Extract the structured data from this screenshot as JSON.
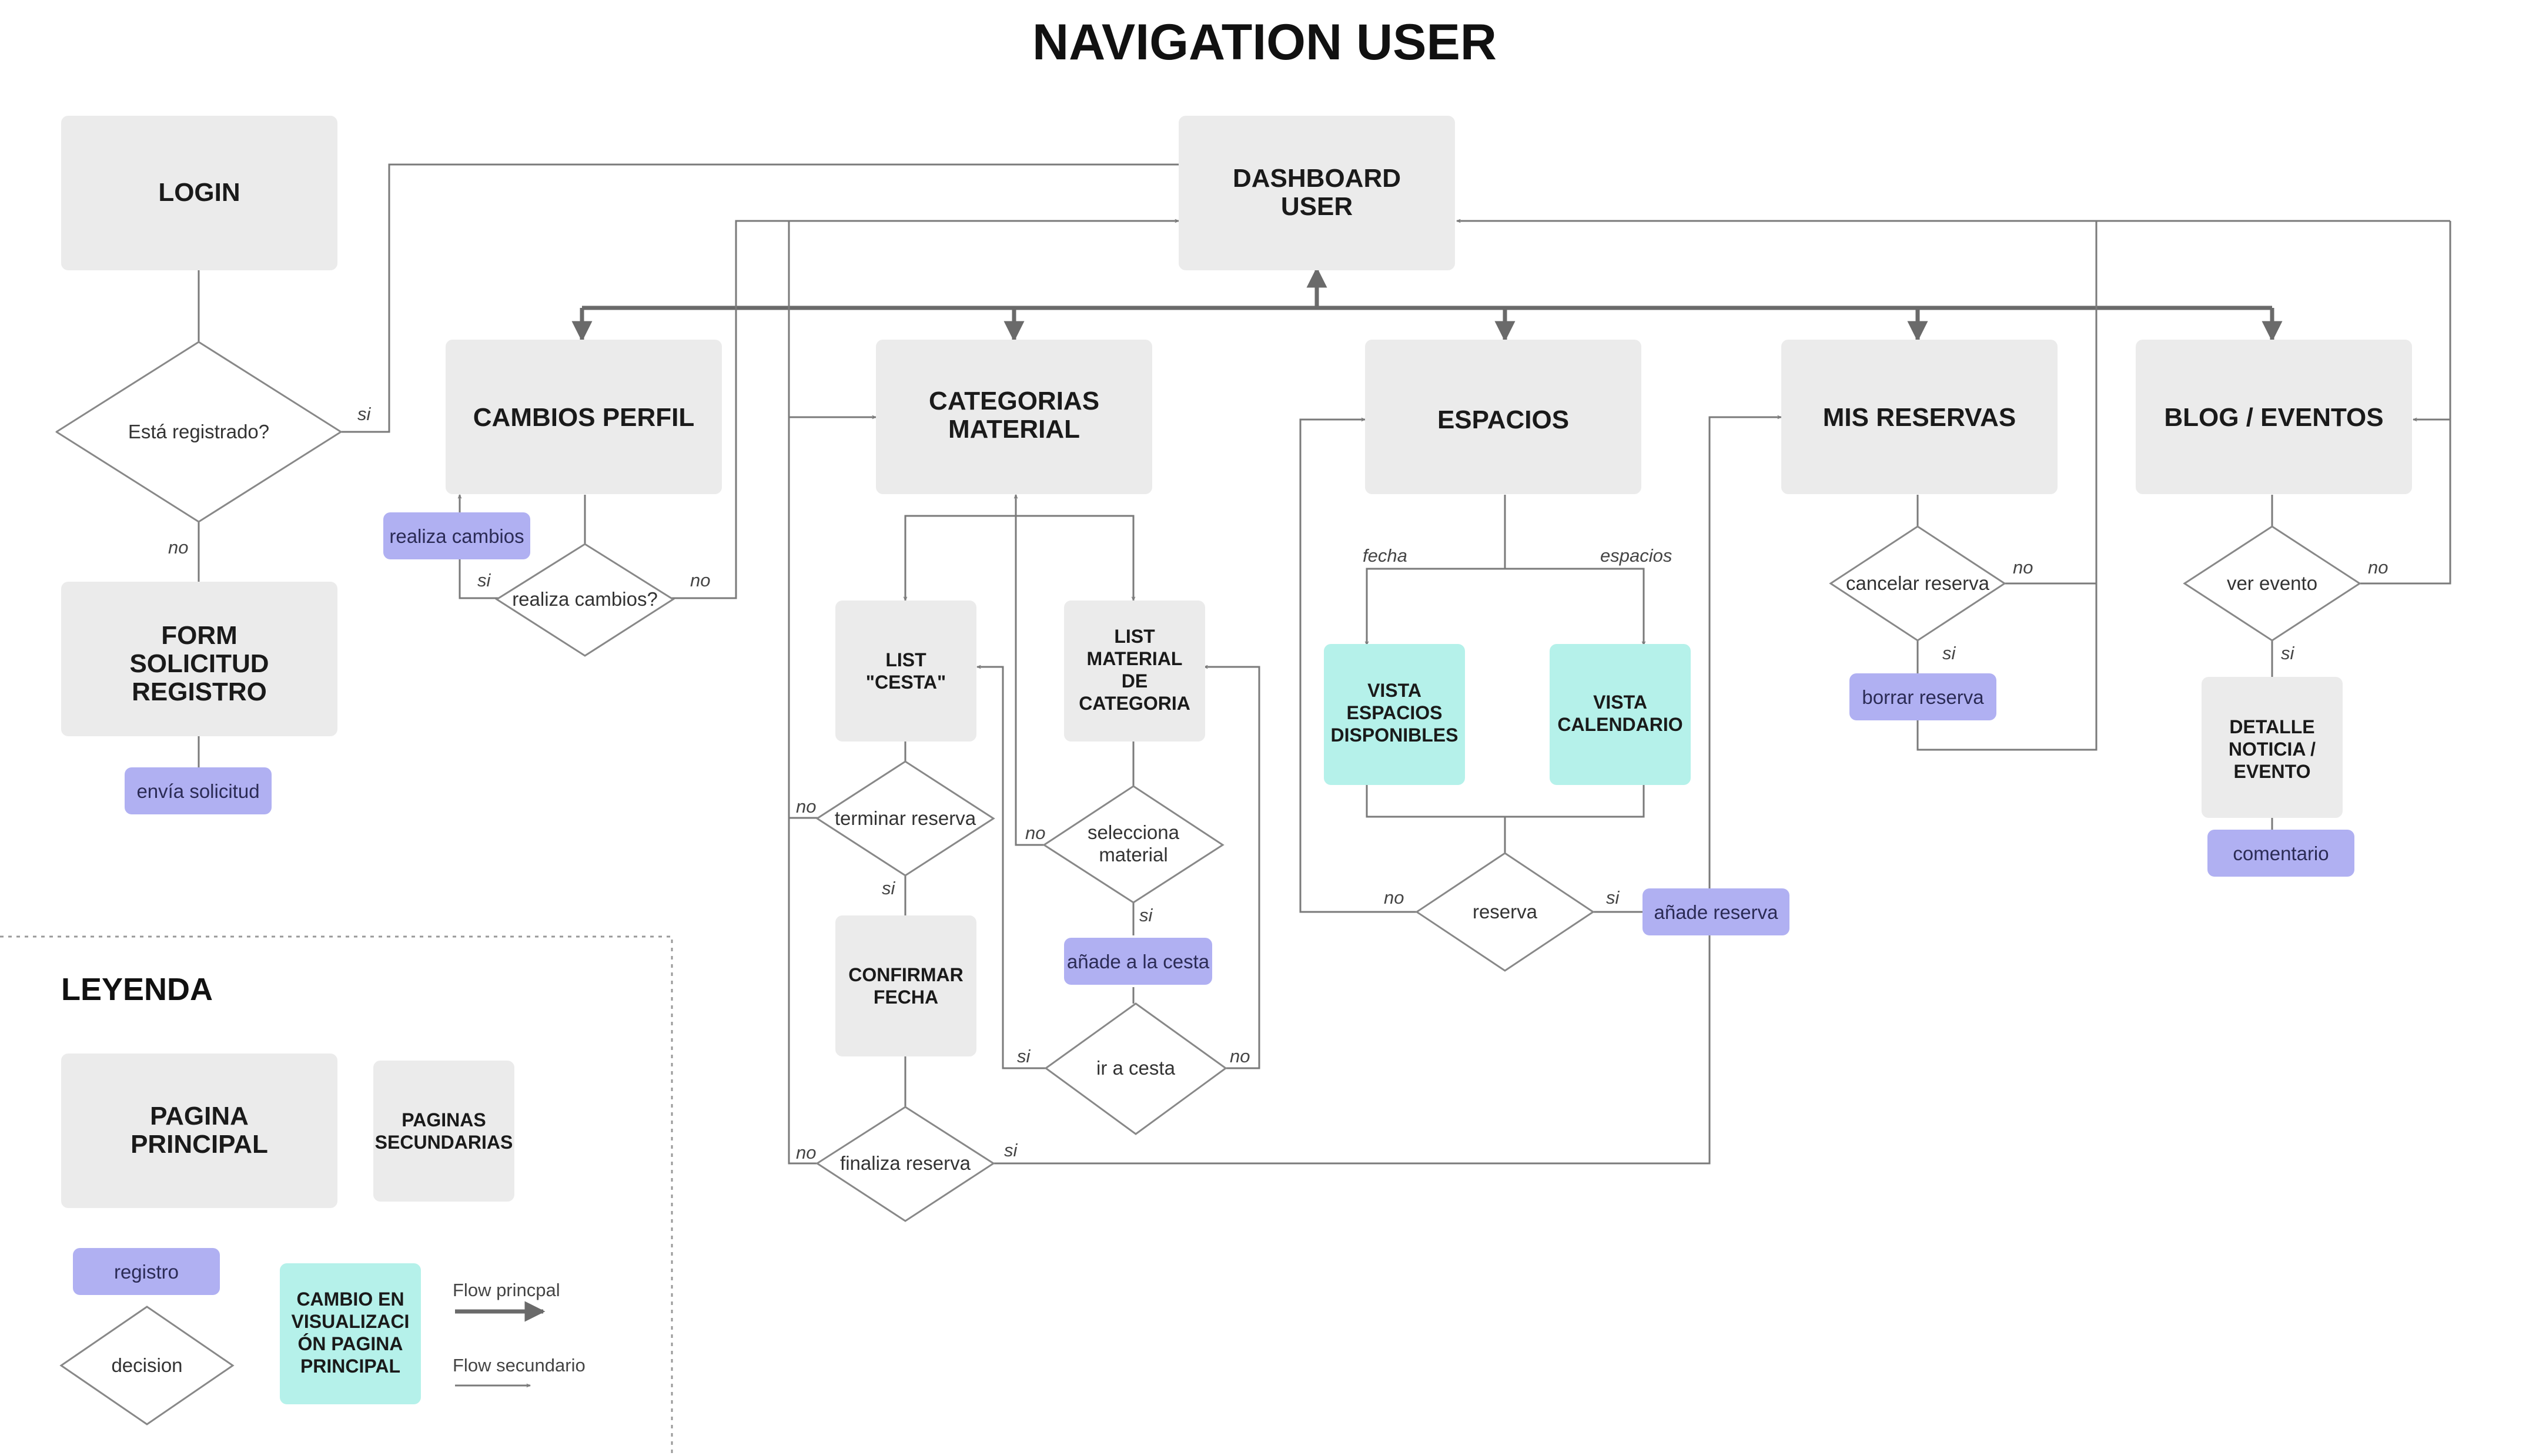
{
  "title": "NAVIGATION USER",
  "nodes": {
    "login": "LOGIN",
    "dashboard": [
      "DASHBOARD",
      "USER"
    ],
    "form": [
      "FORM",
      "SOLICITUD",
      "REGISTRO"
    ],
    "cambios_perfil": "CAMBIOS PERFIL",
    "categorias": [
      "CATEGORIAS",
      "MATERIAL"
    ],
    "espacios": "ESPACIOS",
    "mis_reservas": "MIS RESERVAS",
    "blog": "BLOG / EVENTOS",
    "list_cesta": [
      "LIST",
      "\"CESTA\""
    ],
    "list_material": [
      "LIST",
      "MATERIAL",
      "DE",
      "CATEGORIA"
    ],
    "confirmar_fecha": [
      "CONFIRMAR",
      "FECHA"
    ],
    "vista_espacios": [
      "VISTA",
      "ESPACIOS",
      "DISPONIBLES"
    ],
    "vista_calendario": [
      "VISTA",
      "CALENDARIO"
    ],
    "detalle": [
      "DETALLE",
      "NOTICIA /",
      "EVENTO"
    ]
  },
  "decisions": {
    "registrado": "Está registrado?",
    "realiza_cambios": "realiza cambios?",
    "terminar_reserva": "terminar reserva",
    "selecciona_material": [
      "selecciona",
      "material"
    ],
    "ir_cesta": "ir a cesta",
    "finaliza_reserva": "finaliza reserva",
    "reserva": "reserva",
    "cancelar_reserva": "cancelar reserva",
    "ver_evento": "ver evento"
  },
  "registers": {
    "envia_solicitud": "envía solicitud",
    "realiza_cambios": "realiza cambios",
    "anade_cesta": "añade a la cesta",
    "anade_reserva": "añade reserva",
    "borrar_reserva": "borrar reserva",
    "comentario": "comentario"
  },
  "edge_labels": {
    "si": "si",
    "no": "no",
    "fecha": "fecha",
    "espacios": "espacios"
  },
  "legend": {
    "title": "LEYENDA",
    "pagina_principal": [
      "PAGINA",
      "PRINCIPAL"
    ],
    "paginas_secundarias": [
      "PAGINAS",
      "SECUNDARIAS"
    ],
    "registro": "registro",
    "decision": "decision",
    "cambio": [
      "CAMBIO EN",
      "VISUALIZACI",
      "ÓN PAGINA",
      "PRINCIPAL"
    ],
    "flow_principal": "Flow princpal",
    "flow_secundario": "Flow secundario"
  },
  "colors": {
    "main_box": "#ebebeb",
    "register": "#b0b0f2",
    "visual_change": "#b5f1ea",
    "line": "#7a7a7a"
  }
}
